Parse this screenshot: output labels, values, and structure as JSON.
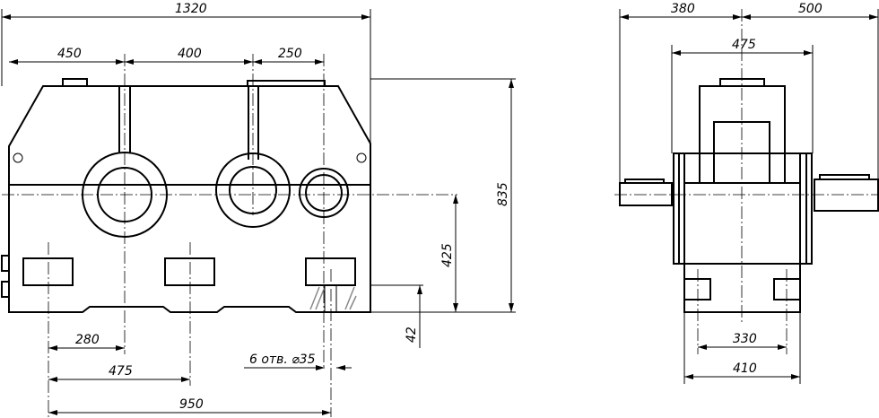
{
  "front_view": {
    "dims": {
      "overall_length": "1320",
      "shaft_1": "450",
      "shaft_2": "400",
      "shaft_3": "250",
      "height": "835",
      "axis_height": "425",
      "foot_thickness": "42",
      "foot_spacing_1": "280",
      "foot_spacing_2": "475",
      "foot_spacing_total": "950",
      "holes": "6 отв. ⌀35"
    }
  },
  "side_view": {
    "dims": {
      "left_shaft": "380",
      "right_shaft": "500",
      "flange_width": "475",
      "foot_inner": "330",
      "foot_outer": "410"
    }
  }
}
